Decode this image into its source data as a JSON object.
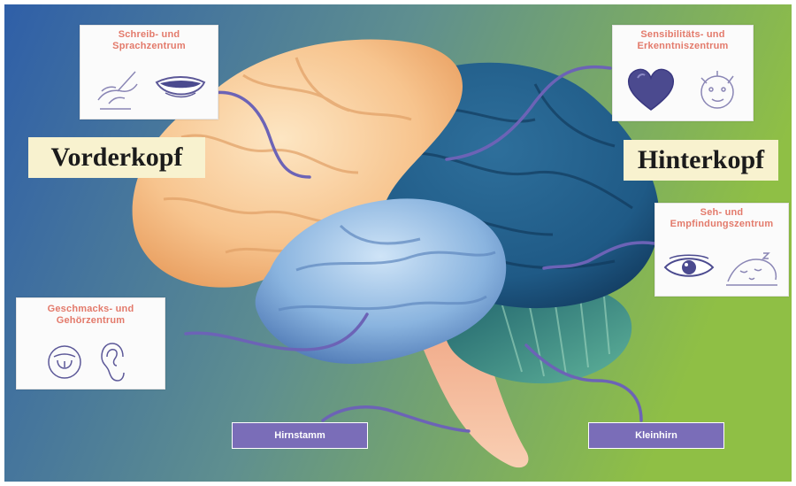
{
  "labels": {
    "front": "Vorderkopf",
    "back": "Hinterkopf"
  },
  "cards": {
    "speech": {
      "line1": "Schreib- und",
      "line2": "Sprachzentrum"
    },
    "sensibility": {
      "line1": "Sensibilitäts- und",
      "line2": "Erkenntniszentrum"
    },
    "vision": {
      "line1": "Seh- und",
      "line2": "Empfindungszentrum"
    },
    "taste": {
      "line1": "Geschmacks- und",
      "line2": "Gehörzentrum"
    }
  },
  "bottom_labels": {
    "brainstem": "Hirnstamm",
    "cerebellum": "Kleinhirn"
  },
  "colors": {
    "frontal_lobe": "#f7c48e",
    "parietal_lobe": "#1f5a86",
    "temporal_lobe": "#8ab4df",
    "cerebellum": "#3f8f86",
    "brainstem": "#f4b993",
    "label_box": "#7a6db8",
    "card_title": "#e37a6b",
    "background_left": "#2f5fa8",
    "background_right": "#8fbf45"
  },
  "icons": [
    "hand-writing-icon",
    "mouth-icon",
    "heart-icon",
    "thinking-face-icon",
    "eye-icon",
    "sleeping-face-icon",
    "tongue-icon",
    "ear-icon"
  ]
}
